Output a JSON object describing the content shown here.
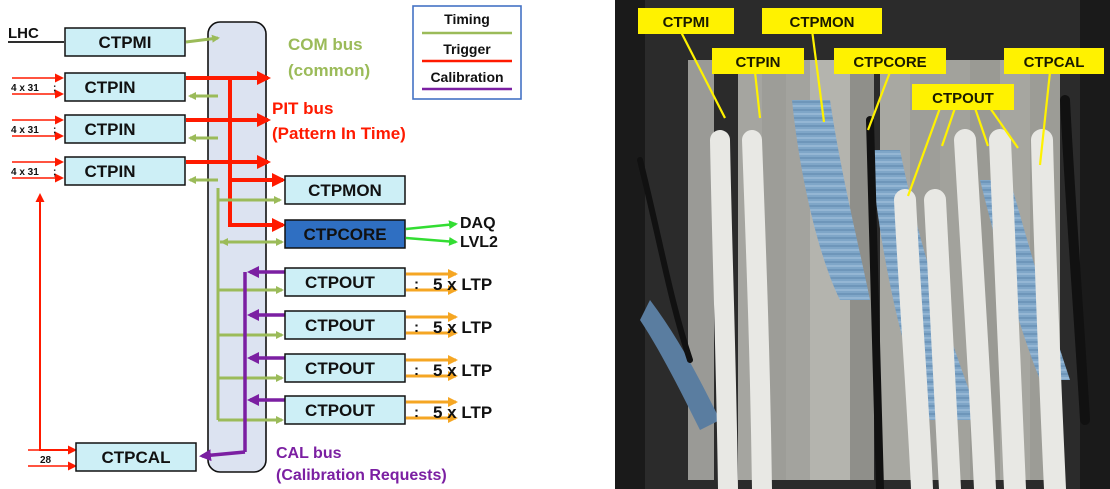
{
  "colors": {
    "timing": "#9BBB59",
    "trigger": "#FF1A00",
    "calibration": "#7B1FA2",
    "daq": "#33DD33",
    "ltp": "#F5A623",
    "module_fill": "#CDEFF6",
    "core_fill": "#2F6FC2",
    "backplane_fill": "#DCE3F1",
    "photo_label_fill": "#FFF200"
  },
  "inputs": {
    "lhc": "LHC",
    "ctpin_width": "4 x 31",
    "ctpcal_width": "28"
  },
  "modules": {
    "ctpmi": "CTPMI",
    "ctpin": [
      "CTPIN",
      "CTPIN",
      "CTPIN"
    ],
    "ctpmon": "CTPMON",
    "ctpcore": "CTPCORE",
    "ctpout": [
      "CTPOUT",
      "CTPOUT",
      "CTPOUT",
      "CTPOUT"
    ],
    "ctpcal": "CTPCAL"
  },
  "outputs": {
    "daq": "DAQ",
    "lvl2": "LVL2",
    "ltp_dots": ":",
    "ltp": "5 x LTP"
  },
  "buses": {
    "com_title": "COM bus",
    "com_sub": "(common)",
    "pit_title": "PIT bus",
    "pit_sub": "(Pattern In Time)",
    "cal_title": "CAL bus",
    "cal_sub": "(Calibration Requests)"
  },
  "legend": {
    "timing": "Timing",
    "trigger": "Trigger",
    "calibration": "Calibration"
  },
  "photo_labels": {
    "ctpmi": "CTPMI",
    "ctpmon": "CTPMON",
    "ctpin": "CTPIN",
    "ctpcore": "CTPCORE",
    "ctpcal": "CTPCAL",
    "ctpout": "CTPOUT"
  }
}
